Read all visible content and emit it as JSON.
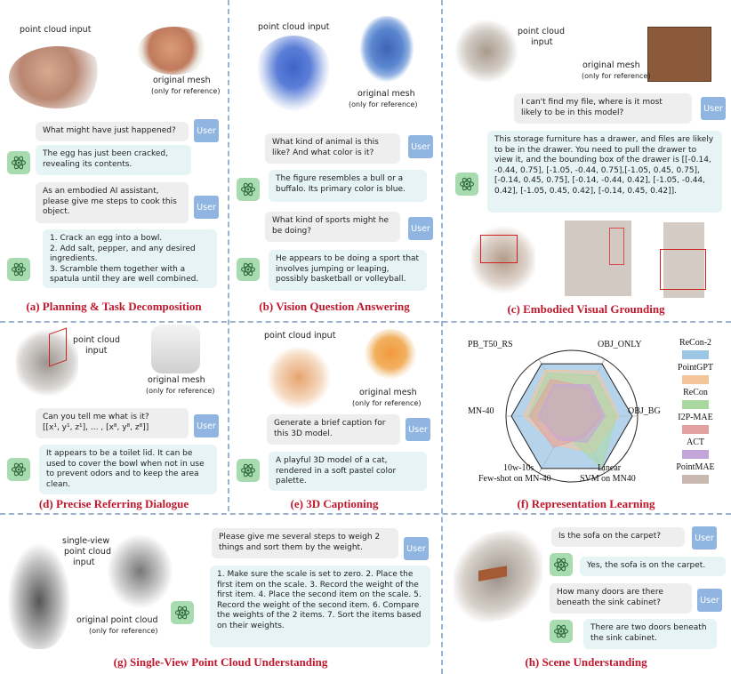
{
  "panels": {
    "a": {
      "caption": "(a) Planning & Task Decomposition",
      "pc_label": "point cloud input",
      "mesh_label": "original mesh",
      "mesh_note": "(only for reference)",
      "q1": "What might have just happened?",
      "a1": "The egg has just been cracked, revealing its contents.",
      "q2": "As an embodied AI assistant, please give me steps to cook this object.",
      "a2_lines": [
        "1. Crack an egg into a bowl.",
        "2.  Add salt, pepper, and any desired ingredients.",
        "3. Scramble them together with a spatula until they are well combined."
      ]
    },
    "b": {
      "caption": "(b) Vision Question Answering",
      "pc_label": "point cloud input",
      "mesh_label": "original mesh",
      "mesh_note": "(only for reference)",
      "q1": "What kind of animal is this like? And what color is it?",
      "a1": "The figure resembles a bull or a buffalo. Its primary color is blue.",
      "q2": "What kind of sports might he be doing?",
      "a2": "He appears to be doing a sport that involves jumping or leaping, possibly basketball or volleyball."
    },
    "c": {
      "caption": "(c) Embodied Visual Grounding",
      "pc_label_1": "point cloud",
      "pc_label_2": "input",
      "mesh_label": "original mesh",
      "mesh_note": "(only for reference)",
      "q1": "I can't find my file, where is it most likely to be in this model?",
      "a1": "This storage furniture has a drawer, and files are likely to be in the drawer. You need to pull the drawer to view it, and the bounding box of the drawer is [[-0.14, -0.44, 0.75], [-1.05, -0.44, 0.75],[-1.05, 0.45, 0.75], [-0.14, 0.45, 0.75], [-0.14, -0.44, 0.42], [-1.05, -0.44, 0.42], [-1.05, 0.45, 0.42], [-0.14, 0.45, 0.42]]."
    },
    "d": {
      "caption": "(d) Precise Referring Dialogue",
      "pc_label_1": "point cloud",
      "pc_label_2": "input",
      "mesh_label": "original mesh",
      "mesh_note": "(only for reference)",
      "q1_line1": "Can you tell me what is it?",
      "q1_line2": "[[x¹, y¹, z¹], ... , [x⁸, y⁸, z⁸]]",
      "a1": "It appears to be a toilet lid. It can be used to cover the bowl when not in use to prevent odors and to keep the area clean."
    },
    "e": {
      "caption": "(e) 3D Captioning",
      "pc_label": "point cloud input",
      "mesh_label": "original mesh",
      "mesh_note": "(only for reference)",
      "q1": "Generate a brief caption for this 3D model.",
      "a1": "A playful 3D model of a cat, rendered in a soft pastel color palette."
    },
    "f": {
      "caption": "(f) Representation Learning"
    },
    "g": {
      "caption": "(g) Single-View Point Cloud Understanding",
      "pc_label_1": "single-view",
      "pc_label_2": "point cloud",
      "pc_label_3": "input",
      "orig_label": "original point cloud",
      "orig_note": "(only for reference)",
      "q1": "Please give me several steps to weigh 2 things and sort them by the weight.",
      "a1": "1. Make sure the scale is set to zero. 2. Place the first item on the scale. 3. Record the weight of the first item. 4. Place the second item on the scale. 5. Record the weight of the second item. 6. Compare the weights of the 2 items. 7. Sort the items based on their weights."
    },
    "h": {
      "caption": "(h) Scene Understanding",
      "q1": "Is the sofa on the carpet?",
      "a1": "Yes, the sofa is on the carpet.",
      "q2": "How many doors are there beneath the sink cabinet?",
      "a2": "There are two doors beneath the sink cabinet."
    }
  },
  "user_label": "User",
  "chart_data": {
    "type": "radar",
    "axes": [
      "PB_T50_RS",
      "OBJ_ONLY",
      "OBJ_BG",
      "Linear SVM on MN40",
      "10w-10s Few-shot on MN-40",
      "MN-40"
    ],
    "axis_labels_display": {
      "PB_T50_RS": "PB_T50_RS",
      "OBJ_ONLY": "OBJ_ONLY",
      "OBJ_BG": "OBJ_BG",
      "Linear": "Linear",
      "SVM": "SVM on MN40",
      "10w": "10w-10s",
      "Few": "Few-shot on MN-40",
      "MN40": "MN-40"
    },
    "series": [
      {
        "name": "ReCon-2",
        "color": "#9cc6e4",
        "values": [
          1.0,
          1.0,
          1.0,
          1.0,
          1.0,
          1.0
        ]
      },
      {
        "name": "PointGPT",
        "color": "#f4c49a",
        "values": [
          0.88,
          0.86,
          0.78,
          0.7,
          0.55,
          0.8
        ]
      },
      {
        "name": "ReCon",
        "color": "#a9d8a0",
        "values": [
          0.82,
          0.78,
          0.74,
          0.98,
          0.3,
          0.72
        ]
      },
      {
        "name": "I2P-MAE",
        "color": "#e3a0a0",
        "values": [
          0.7,
          0.55,
          0.5,
          0.4,
          0.6,
          0.7
        ]
      },
      {
        "name": "ACT",
        "color": "#c3a6d9",
        "values": [
          0.6,
          0.6,
          0.55,
          0.5,
          0.45,
          0.55
        ]
      },
      {
        "name": "PointMAE",
        "color": "#c9b8b0",
        "values": [
          0.55,
          0.5,
          0.45,
          0.35,
          0.4,
          0.5
        ]
      }
    ]
  }
}
